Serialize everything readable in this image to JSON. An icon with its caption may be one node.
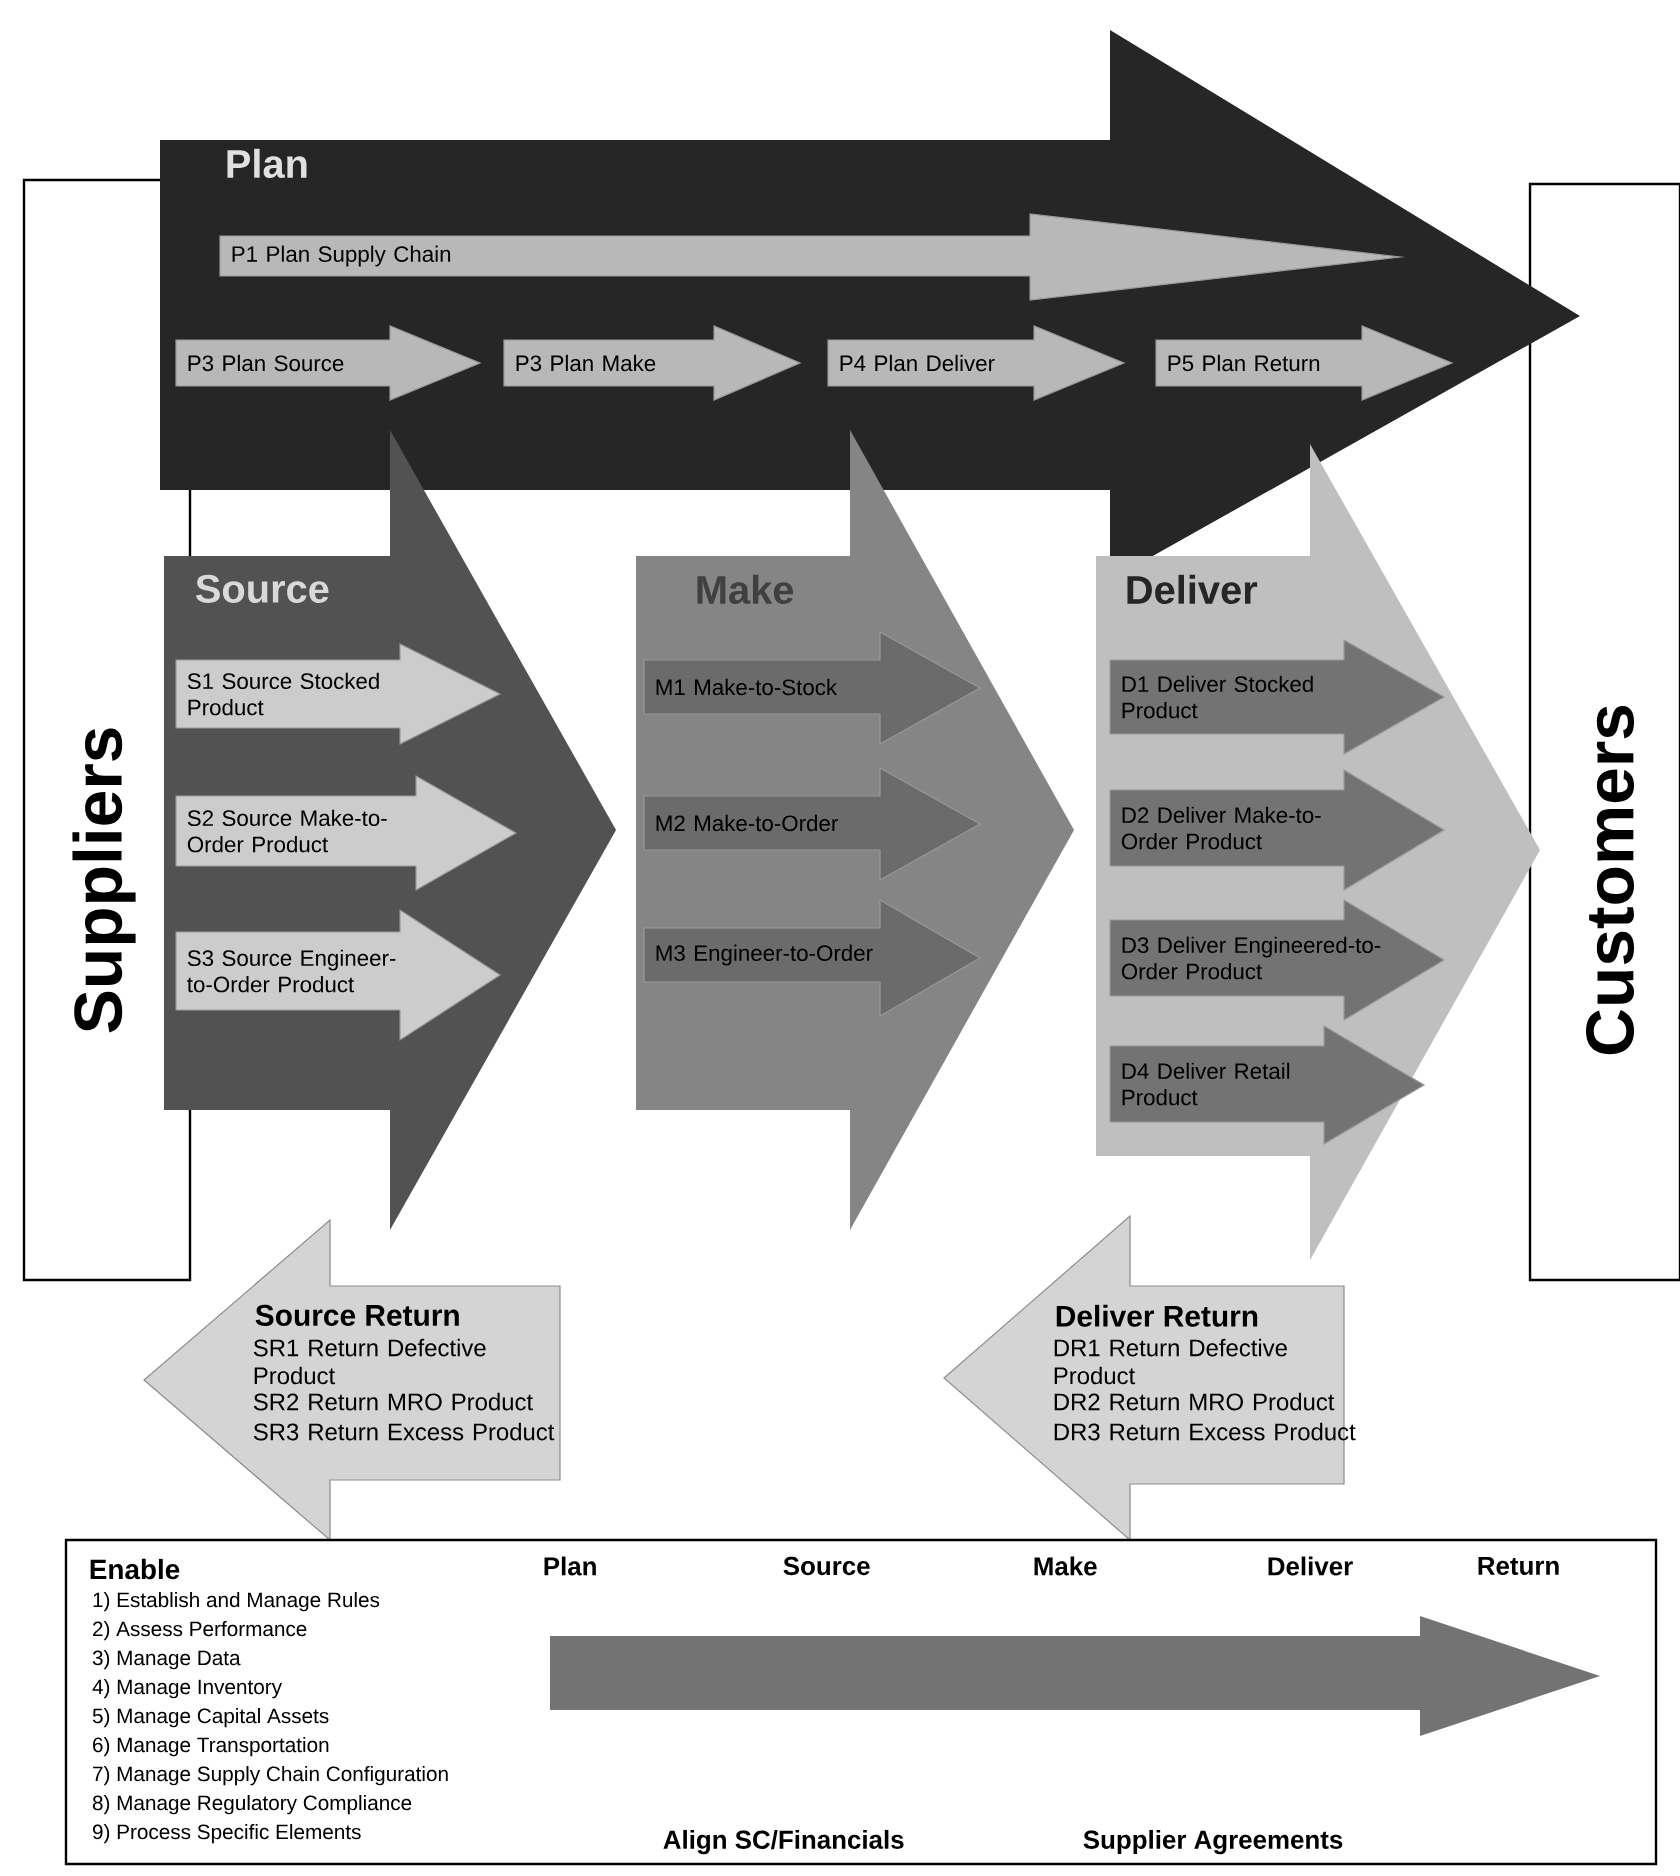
{
  "diagram": {
    "nodes": [
      {
        "text": [
          "Suppliers"
        ]
      },
      {
        "text": [
          "Customers"
        ]
      },
      {
        "text": [
          "Plan"
        ]
      },
      {
        "text": [
          "P1 Plan Supply Chain"
        ],
        "in": 2
      },
      {
        "text": [
          "P3 Plan Source"
        ],
        "in": 2
      },
      {
        "text": [
          "P3 Plan Make"
        ],
        "in": 2
      },
      {
        "text": [
          "P4 Plan Deliver"
        ],
        "in": 2
      },
      {
        "text": [
          "P5 Plan Return"
        ],
        "in": 2
      },
      {
        "text": [
          "Source"
        ]
      },
      {
        "text": [
          "S1 Source Stocked Product"
        ],
        "in": 8
      },
      {
        "text": [
          "S2 Source Make-to-Order Product"
        ],
        "in": 8
      },
      {
        "text": [
          "S3 Source Engineer-to-Order Product"
        ],
        "in": 8
      },
      {
        "text": [
          "Make"
        ]
      },
      {
        "text": [
          "M1 Make-to-Stock"
        ],
        "in": 12
      },
      {
        "text": [
          "M2 Make-to-Order"
        ],
        "in": 12
      },
      {
        "text": [
          "M3 Engineer-to-Order"
        ],
        "in": 12
      },
      {
        "text": [
          "Deliver"
        ]
      },
      {
        "text": [
          "D1 Deliver Stocked Product"
        ],
        "in": 16
      },
      {
        "text": [
          "D2 Deliver Make-to-Order Product"
        ],
        "in": 16
      },
      {
        "text": [
          "D3 Deliver Engineered-to-Order Product"
        ],
        "in": 16
      },
      {
        "text": [
          "D4 Deliver Retail Product"
        ],
        "in": 16
      },
      {
        "text": [
          "Source Return",
          "SR1 Return Defective Product",
          "SR2 Return MRO Product",
          "SR3 Return Excess Product"
        ]
      },
      {
        "text": [
          "Deliver Return",
          "DR1 Return Defective Product",
          "DR2 Return MRO Product",
          "DR3 Return Excess Product"
        ]
      },
      {
        "text": [
          "Enable",
          "1) Establish and Manage Rules",
          "2) Assess Performance",
          "3) Manage Data",
          "4) Manage Inventory",
          "5) Manage Capital Assets",
          "6) Manage Transportation",
          "7) Manage Supply Chain Configuration",
          "8) Manage Regulatory Compliance",
          "9) Process Specific Elements"
        ]
      }
    ],
    "labels": [
      "Plan",
      "Source",
      "Make",
      "Deliver",
      "Return",
      "Align SC/Financials",
      "Supplier Agreements"
    ]
  }
}
